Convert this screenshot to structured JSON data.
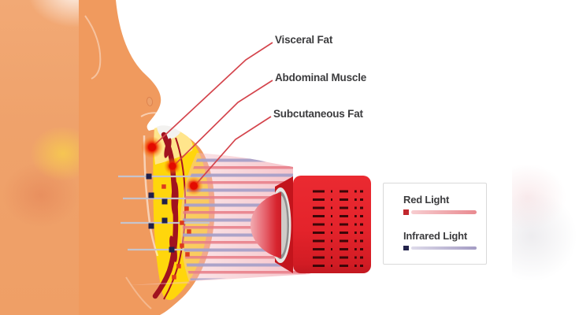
{
  "annotations": {
    "visceral_fat": "Visceral Fat",
    "abdominal_muscle": "Abdominal Muscle",
    "subcutaneous_fat": "Subcutaneous Fat"
  },
  "legend": {
    "items": [
      {
        "label": "Red Light",
        "swatch_color": "#C1272D",
        "bar_gradient": [
          "#F7CDD0",
          "#E98A90"
        ]
      },
      {
        "label": "Infrared Light",
        "swatch_color": "#23234B",
        "bar_gradient": [
          "#DEDBEA",
          "#A49CC4"
        ]
      }
    ]
  },
  "colors": {
    "skin": "#F09A5E",
    "fat_yellow": "#FFD60C",
    "fat_highlight": "#FFE58C",
    "muscle_red": "#A1121F",
    "device_red": "#E4232B",
    "device_side": "#C3141C",
    "cone_pink": "#F6CCD1",
    "stripe_red": "#E87D87",
    "stripe_infrared": "#A7A0C8",
    "marker_infrared": "#20204A",
    "marker_red": "#DE3A1C",
    "label_text": "#3C3C3E",
    "leader_line": "#D4444C"
  }
}
